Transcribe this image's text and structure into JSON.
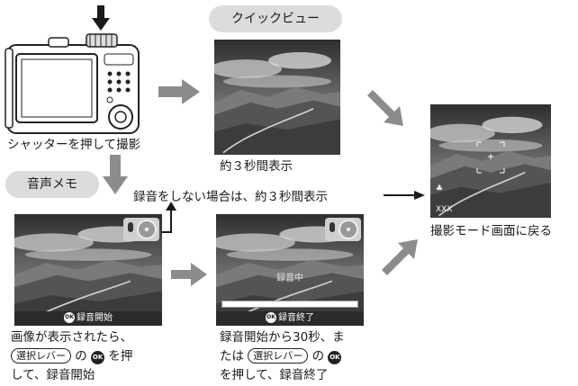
{
  "labels": {
    "shutter_caption": "シャッターを押して撮影",
    "quick_view": "クイックビュー",
    "voice_memo": "音声メモ",
    "approx_3s": "約３秒間表示",
    "no_record_note": "録音をしない場合は、約３秒間表示",
    "return_mode": "撮影モード画面に戻る"
  },
  "screen_bars": {
    "start": "録音開始",
    "end": "録音終了",
    "recording": "録音中",
    "ok_mark": "OK",
    "camera_small": "XXX"
  },
  "step_left": {
    "line1": "画像が表示されたら、",
    "lever": "選択レバー",
    "ok": "OK",
    "no": "の",
    "wo_push": "を押",
    "line3": "して、録音開始"
  },
  "step_right": {
    "line1": "録音開始から30秒、ま",
    "taha": "たは",
    "lever": "選択レバー",
    "ok": "OK",
    "no": "の",
    "line3": "を押して、録音終了"
  },
  "icons": [
    "down-arrow-icon",
    "right-arrow-icon",
    "diagonal-arrow-icon",
    "mic-icon",
    "speaker-disc-icon",
    "ok-button-icon"
  ],
  "colors": {
    "arrow_gray": "#8c8c8c",
    "pill_gray": "#dcdcdc",
    "black": "#1a1a1a"
  }
}
